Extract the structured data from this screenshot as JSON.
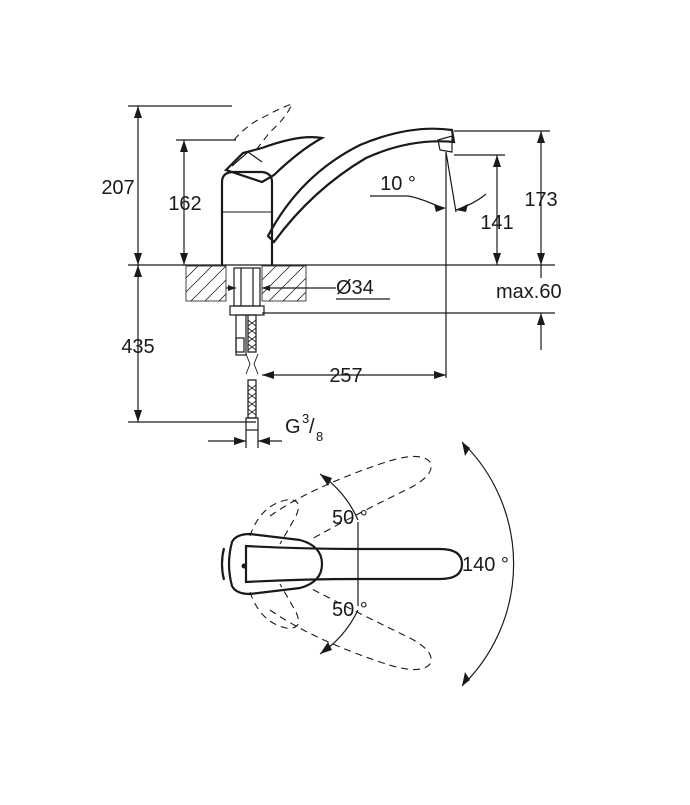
{
  "dimensions": {
    "total_height": "207",
    "lever_height": "162",
    "spout_height": "173",
    "spout_clearance": "141",
    "tilt_angle": "10 °",
    "hole_diameter": "Ø34",
    "max_thickness": "max.60",
    "hose_length": "435",
    "spout_reach": "257",
    "thread_prefix": "G",
    "thread_num": "3",
    "thread_den": "8"
  },
  "top_view": {
    "angle_left": "50 °",
    "angle_right": "50 °",
    "swivel_angle": "140 °"
  }
}
